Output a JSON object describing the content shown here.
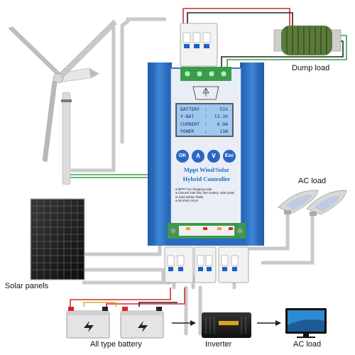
{
  "labels": {
    "dump_load": "Dump load",
    "ac_load_top": "AC load",
    "solar_panels": "Solar panels",
    "all_type_battery": "All type battery",
    "inverter": "Inverter",
    "ac_load_bottom": "AC load"
  },
  "controller": {
    "lcd": [
      {
        "key": "BATTERY",
        "sep": ":",
        "value": "51%"
      },
      {
        "key": "V-BAT",
        "sep": ":",
        "value": "13.3V"
      },
      {
        "key": "CURRENT",
        "sep": ":",
        "value": "0.9A"
      },
      {
        "key": "POWER",
        "sep": ":",
        "value": "11W"
      }
    ],
    "buttons": {
      "ok": "OK",
      "up": "∧",
      "down": "∨",
      "esc": "Esc"
    },
    "title_line1": "Mppt Wind/Solar",
    "title_line2": "Hybrid Controller",
    "features": [
      "MPPT low charging mode",
      "Connect load first, then battery, solar panel or wind turbine finally",
      "No short circuit"
    ]
  },
  "colors": {
    "controller_blue": "#2f6fc4",
    "wire_gray": "#c4c4c4",
    "wire_red": "#d42a2a",
    "wire_green": "#3aa04a",
    "dump_load_green": "#5b7a3a",
    "terminal_green": "#3d9a4a"
  },
  "icons": [
    "wind-turbine-icon",
    "solar-panel-icon",
    "battery-icon",
    "inverter-icon",
    "tv-monitor-icon",
    "street-lamp-icon",
    "circuit-breaker-icon",
    "dump-resistor-icon",
    "arrow-right-icon"
  ]
}
